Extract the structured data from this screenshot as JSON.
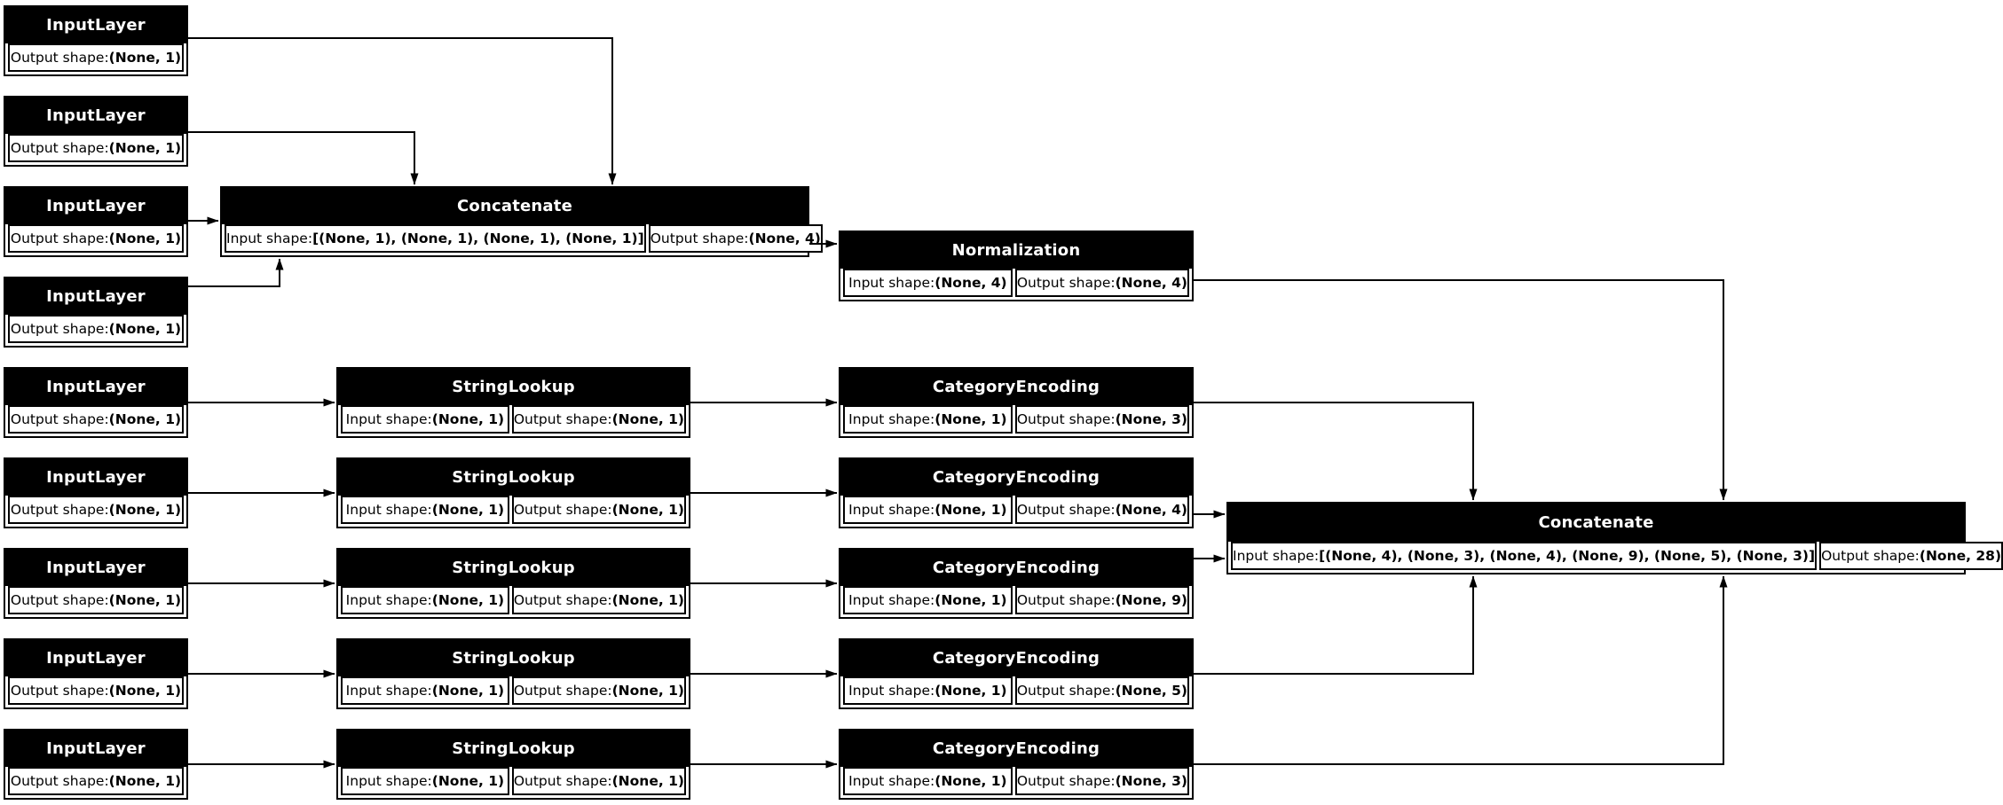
{
  "diagram": {
    "type": "keras-model-plot",
    "field_labels": {
      "input_prefix": "Input shape: ",
      "output_prefix": "Output shape: "
    },
    "nodes": {
      "input_1": {
        "label": "InputLayer",
        "output_shape": "(None, 1)"
      },
      "input_2": {
        "label": "InputLayer",
        "output_shape": "(None, 1)"
      },
      "input_3": {
        "label": "InputLayer",
        "output_shape": "(None, 1)"
      },
      "input_4": {
        "label": "InputLayer",
        "output_shape": "(None, 1)"
      },
      "input_5": {
        "label": "InputLayer",
        "output_shape": "(None, 1)"
      },
      "input_6": {
        "label": "InputLayer",
        "output_shape": "(None, 1)"
      },
      "input_7": {
        "label": "InputLayer",
        "output_shape": "(None, 1)"
      },
      "input_8": {
        "label": "InputLayer",
        "output_shape": "(None, 1)"
      },
      "input_9": {
        "label": "InputLayer",
        "output_shape": "(None, 1)"
      },
      "concatenate_1": {
        "label": "Concatenate",
        "input_shape": "[(None, 1), (None, 1), (None, 1), (None, 1)]",
        "output_shape": "(None, 4)"
      },
      "normalization_1": {
        "label": "Normalization",
        "input_shape": "(None, 4)",
        "output_shape": "(None, 4)"
      },
      "string_lookup_1": {
        "label": "StringLookup",
        "input_shape": "(None, 1)",
        "output_shape": "(None, 1)"
      },
      "string_lookup_2": {
        "label": "StringLookup",
        "input_shape": "(None, 1)",
        "output_shape": "(None, 1)"
      },
      "string_lookup_3": {
        "label": "StringLookup",
        "input_shape": "(None, 1)",
        "output_shape": "(None, 1)"
      },
      "string_lookup_4": {
        "label": "StringLookup",
        "input_shape": "(None, 1)",
        "output_shape": "(None, 1)"
      },
      "string_lookup_5": {
        "label": "StringLookup",
        "input_shape": "(None, 1)",
        "output_shape": "(None, 1)"
      },
      "category_encoding_1": {
        "label": "CategoryEncoding",
        "input_shape": "(None, 1)",
        "output_shape": "(None, 3)"
      },
      "category_encoding_2": {
        "label": "CategoryEncoding",
        "input_shape": "(None, 1)",
        "output_shape": "(None, 4)"
      },
      "category_encoding_3": {
        "label": "CategoryEncoding",
        "input_shape": "(None, 1)",
        "output_shape": "(None, 9)"
      },
      "category_encoding_4": {
        "label": "CategoryEncoding",
        "input_shape": "(None, 1)",
        "output_shape": "(None, 5)"
      },
      "category_encoding_5": {
        "label": "CategoryEncoding",
        "input_shape": "(None, 1)",
        "output_shape": "(None, 3)"
      },
      "concatenate_2": {
        "label": "Concatenate",
        "input_shape": "[(None, 4), (None, 3), (None, 4), (None, 9), (None, 5), (None, 3)]",
        "output_shape": "(None, 28)"
      }
    },
    "edges": [
      {
        "from": "input_1",
        "to": "concatenate_1"
      },
      {
        "from": "input_2",
        "to": "concatenate_1"
      },
      {
        "from": "input_3",
        "to": "concatenate_1"
      },
      {
        "from": "input_4",
        "to": "concatenate_1"
      },
      {
        "from": "concatenate_1",
        "to": "normalization_1"
      },
      {
        "from": "normalization_1",
        "to": "concatenate_2"
      },
      {
        "from": "input_5",
        "to": "string_lookup_1"
      },
      {
        "from": "input_6",
        "to": "string_lookup_2"
      },
      {
        "from": "input_7",
        "to": "string_lookup_3"
      },
      {
        "from": "input_8",
        "to": "string_lookup_4"
      },
      {
        "from": "input_9",
        "to": "string_lookup_5"
      },
      {
        "from": "string_lookup_1",
        "to": "category_encoding_1"
      },
      {
        "from": "string_lookup_2",
        "to": "category_encoding_2"
      },
      {
        "from": "string_lookup_3",
        "to": "category_encoding_3"
      },
      {
        "from": "string_lookup_4",
        "to": "category_encoding_4"
      },
      {
        "from": "string_lookup_5",
        "to": "category_encoding_5"
      },
      {
        "from": "category_encoding_1",
        "to": "concatenate_2"
      },
      {
        "from": "category_encoding_2",
        "to": "concatenate_2"
      },
      {
        "from": "category_encoding_3",
        "to": "concatenate_2"
      },
      {
        "from": "category_encoding_4",
        "to": "concatenate_2"
      },
      {
        "from": "category_encoding_5",
        "to": "concatenate_2"
      }
    ]
  }
}
